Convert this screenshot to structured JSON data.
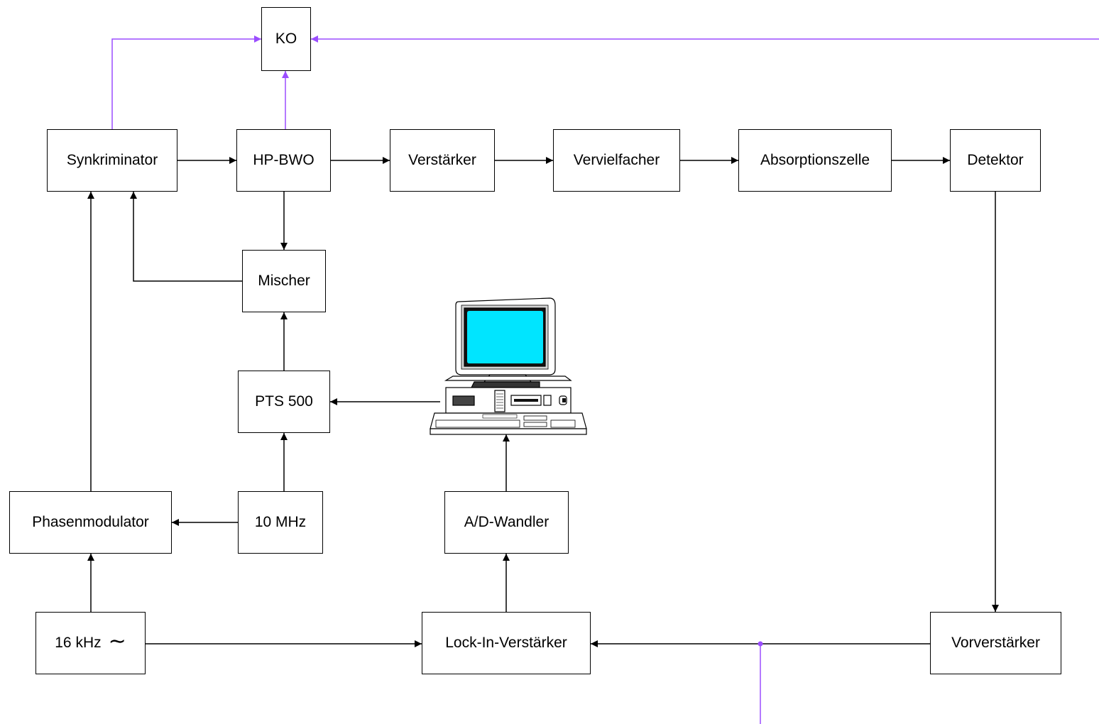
{
  "colors": {
    "signal": "#000000",
    "monitor": "#9b4dff"
  },
  "blocks": {
    "ko": "KO",
    "synkriminator": "Synkriminator",
    "hp_bwo": "HP-BWO",
    "verstaerker": "Verstärker",
    "vervielfacher": "Vervielfacher",
    "absorptionszelle": "Absorptionszelle",
    "detektor": "Detektor",
    "mischer": "Mischer",
    "pts500": "PTS 500",
    "phasenmodulator": "Phasenmodulator",
    "ten_mhz": "10 MHz",
    "ad_wandler": "A/D-Wandler",
    "sixteen_khz": "16 kHz",
    "sixteen_khz_symbol": "∼",
    "lock_in": "Lock-In-Verstärker",
    "vorverstaerker": "Vorverstärker"
  },
  "icons": {
    "computer": "computer-icon"
  }
}
